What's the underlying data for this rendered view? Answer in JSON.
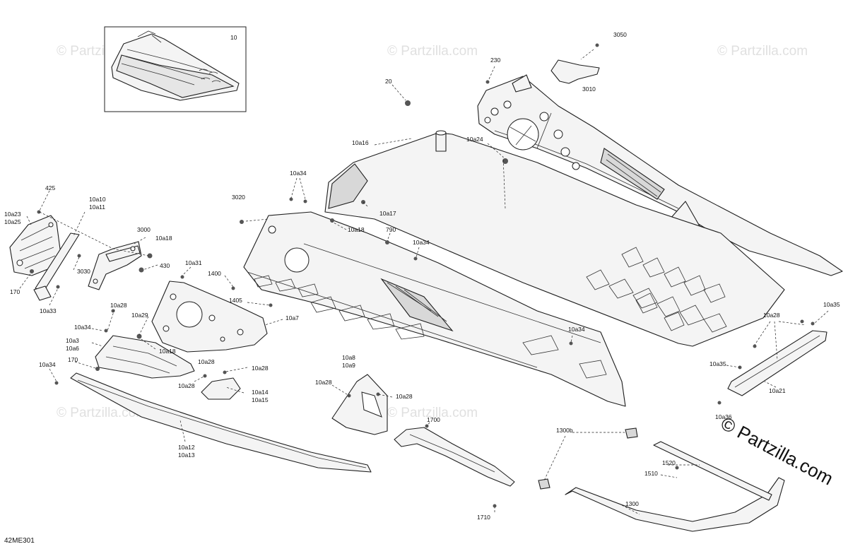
{
  "diagram": {
    "code": "42ME301",
    "brand": "© Partzilla.com",
    "watermarks": [
      "© Partzilla.com",
      "© Partzilla.com",
      "© Partzilla.com",
      "© Partzilla.com",
      "© Partzilla.com",
      "© Partzilla.com"
    ],
    "labels": {
      "p10": "10",
      "p3050": "3050",
      "p230": "230",
      "p3010": "3010",
      "p20": "20",
      "p10a24": "10a24",
      "p10a16": "10a16",
      "p10a34_top": "10a34",
      "p3020": "3020",
      "p10a17": "10a17",
      "p10a18_top": "10a18",
      "p790": "790",
      "p10a34_mid": "10a34",
      "p425": "425",
      "p10a23": "10a23",
      "p10a25": "10a25",
      "p10a10": "10a10",
      "p10a11": "10a11",
      "p3000": "3000",
      "p10a18_left": "10a18",
      "p430": "430",
      "p3030": "3030",
      "p10a31": "10a31",
      "p1400": "1400",
      "p170_left": "170",
      "p10a33": "10a33",
      "p1405": "1405",
      "p10a28_a": "10a28",
      "p10a29": "10a29",
      "p10a7": "10a7",
      "p10a34_left": "10a34",
      "p10a3": "10a3",
      "p10a6": "10a6",
      "p10a18_low": "10a18",
      "p170_low": "170",
      "p10a34_low": "10a34",
      "p10a28_b": "10a28",
      "p10a28_c": "10a28",
      "p10a14": "10a14",
      "p10a15": "10a15",
      "p10a34_right": "10a34",
      "p10a8": "10a8",
      "p10a9": "10a9",
      "p10a28_d": "10a28",
      "p10a28_e": "10a28",
      "p10a12": "10a12",
      "p10a13": "10a13",
      "p1700": "1700",
      "p1710": "1710",
      "p1300b": "1300b",
      "p1520": "1520",
      "p1510": "1510",
      "p1300": "1300",
      "p10a28_f": "10a28",
      "p10a35_a": "10a35",
      "p10a35_b": "10a35",
      "p10a21": "10a21",
      "p10a36": "10a36"
    }
  }
}
